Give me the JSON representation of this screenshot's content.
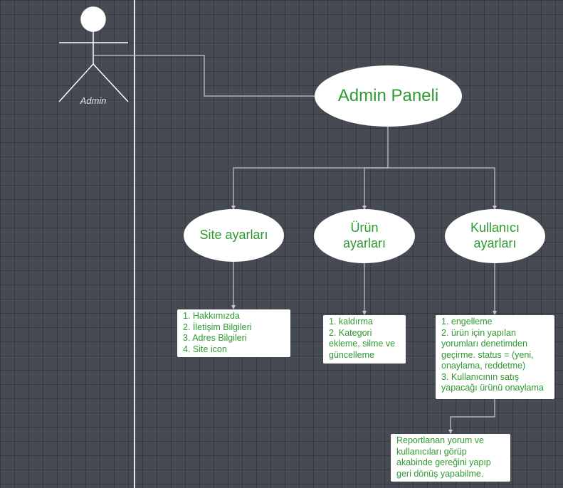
{
  "actor": {
    "label": "Admin"
  },
  "root": {
    "label": "Admin Paneli"
  },
  "categories": [
    {
      "label": "Site ayarları"
    },
    {
      "label": "Ürün ayarları"
    },
    {
      "label": "Kullanıcı ayarları"
    }
  ],
  "details": {
    "site": [
      "1. Hakkımızda",
      "2. İletişim Bilgileri",
      "3. Adres Bilgileri",
      "4. Site icon"
    ],
    "urun": [
      "1. kaldırma",
      "2. Kategori",
      "ekleme, silme ve",
      "güncelleme"
    ],
    "kullanici": [
      "1. engelleme",
      "2. ürün için yapılan",
      "yorumları denetimden",
      "geçirme. status = (yeni,",
      "onaylama, reddetme)",
      "3. Kullanıcının satış",
      "yapacağı ürünü onaylama"
    ]
  },
  "report": [
    "Reportlanan yorum ve",
    "kullanıcıları görüp",
    "akabinde gereğini yapıp",
    "geri dönüş yapabilme."
  ],
  "colors": {
    "background": "#464a53",
    "node_fill": "#ffffff",
    "node_text": "#2e9a30",
    "connector": "#c4c8cc"
  }
}
